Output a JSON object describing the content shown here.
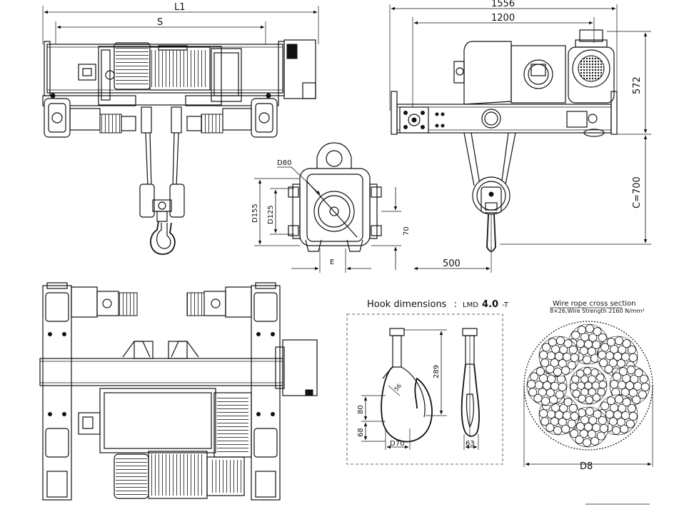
{
  "top_left": {
    "dim_l1": "L1",
    "dim_s": "S"
  },
  "top_right": {
    "dim_1556": "1556",
    "dim_1200": "1200",
    "dim_572": "572",
    "dim_c700": "C=700",
    "dim_500": "500"
  },
  "block_detail": {
    "dim_d80": "D80",
    "dim_d155": "D155",
    "dim_d125": "D125",
    "dim_70": "70",
    "dim_e": "E"
  },
  "hook": {
    "title_prefix": "Hook dimensions",
    "title_sep": ":",
    "model_a": "LMD",
    "model_b": "4.0",
    "model_c": "-T",
    "dim_289": "289",
    "dim_56": "56",
    "dim_80": "80",
    "dim_68": "68",
    "dim_d70": "D70",
    "dim_63": "63"
  },
  "rope": {
    "title": "Wire rope cross section",
    "subtitle": "8×26,Wire Strength 2160 N/mm²",
    "dim_d8": "D8"
  },
  "colors": {
    "line": "#111111",
    "background": "#ffffff"
  }
}
